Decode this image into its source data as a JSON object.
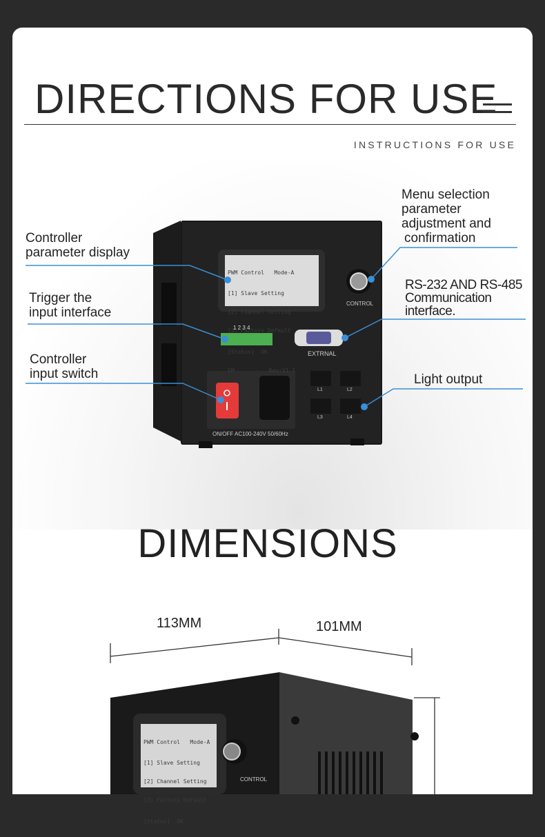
{
  "header": {
    "title": "DIRECTIONS FOR USE",
    "subtitle": "INSTRUCTIONS FOR USE"
  },
  "callouts": {
    "display": [
      "Controller",
      "parameter display"
    ],
    "trigger": [
      "Trigger the",
      "input interface"
    ],
    "switch": [
      "Controller",
      "input switch"
    ],
    "menu": [
      "Menu selection",
      "parameter",
      "adjustment and",
      "confirmation"
    ],
    "comm": [
      "RS-232 AND RS-485",
      "Communication",
      "interface."
    ],
    "light": "Light output"
  },
  "device": {
    "lcd": {
      "line1": "PWM Control   Mode-A",
      "line2": "[1] Slave Setting",
      "line3": "[2] Channel Setting",
      "line4": "[3] Factory Default",
      "line5": "[Status]  OK",
      "line6_left": "SM",
      "line6_right": "Rev:V1.1"
    },
    "knob_label": "CONTROL",
    "port_label": "EXTRNAL",
    "terminal_labels": "1  2  3  4",
    "outputs": [
      "L1",
      "L2",
      "L3",
      "L4"
    ],
    "power_label": "ON/OFF AC100-240V 50/60Hz"
  },
  "dimensions": {
    "title": "DIMENSIONS",
    "width": "113MM",
    "depth": "101MM"
  },
  "colors": {
    "accent": "#3a8fd6",
    "switch": "#e53a3a",
    "terminal": "#4caf50"
  }
}
